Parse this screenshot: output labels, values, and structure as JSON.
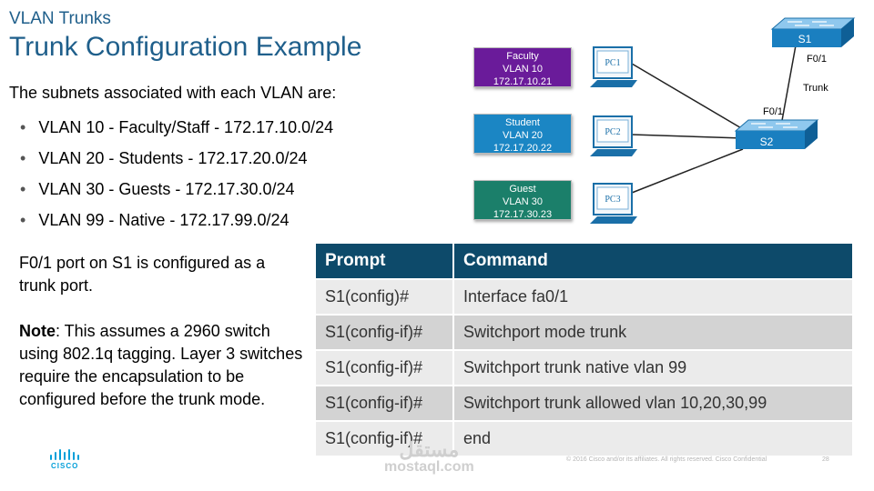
{
  "header": {
    "subtitle": "VLAN Trunks",
    "title": "Trunk Configuration Example"
  },
  "intro": "The subnets associated with each VLAN are:",
  "bullets": [
    "VLAN 10 - Faculty/Staff - 172.17.10.0/24",
    "VLAN 20 - Students - 172.17.20.0/24",
    "VLAN 30 - Guests - 172.17.30.0/24",
    "VLAN 99 - Native - 172.17.99.0/24"
  ],
  "description": {
    "line1": "F0/1 port on S1 is configured as a trunk port.",
    "note_label": "Note",
    "note_text": ": This assumes a 2960 switch using 802.1q tagging. Layer 3 switches require the encapsulation to be configured before the trunk mode."
  },
  "table": {
    "headers": [
      "Prompt",
      "Command"
    ],
    "rows": [
      [
        "S1(config)#",
        "Interface fa0/1"
      ],
      [
        "S1(config-if)#",
        "Switchport mode trunk"
      ],
      [
        "S1(config-if)#",
        "Switchport trunk native vlan 99"
      ],
      [
        "S1(config-if)#",
        "Switchport trunk allowed vlan 10,20,30,99"
      ],
      [
        "S1(config-if)#",
        "end"
      ]
    ]
  },
  "topology": {
    "vlans": [
      {
        "name": "Faculty",
        "vlan": "VLAN 10",
        "ip": "172.17.10.21",
        "color": "#6a1b9a"
      },
      {
        "name": "Student",
        "vlan": "VLAN 20",
        "ip": "172.17.20.22",
        "color": "#1b86c4"
      },
      {
        "name": "Guest",
        "vlan": "VLAN 30",
        "ip": "172.17.30.23",
        "color": "#1b7f6a"
      }
    ],
    "pcs": [
      "PC1",
      "PC2",
      "PC3"
    ],
    "switches": [
      "S1",
      "S2"
    ],
    "port_s1": "F0/1",
    "port_s2": "F0/1",
    "link_label": "Trunk"
  },
  "footer": {
    "copyright": "© 2016  Cisco and/or its affiliates.  All rights reserved.   Cisco Confidential",
    "page": "28",
    "watermark_ar": "مستقل",
    "watermark_en": "mostaql.com",
    "logo": "CISCO"
  },
  "colors": {
    "title": "#1f5f8b",
    "table_header": "#0d4a6a",
    "switch": "#1a7fc0"
  }
}
